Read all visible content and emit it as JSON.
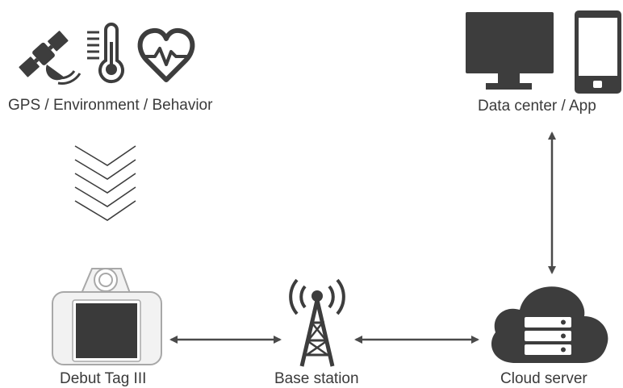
{
  "sensors": {
    "label": "GPS / Environment / Behavior",
    "icons": [
      "satellite-icon",
      "thermometer-icon",
      "heartbeat-icon"
    ]
  },
  "flow_indicator": {
    "icon": "chevron-down-stack-icon"
  },
  "data_center": {
    "label": "Data center / App",
    "icons": [
      "desktop-monitor-icon",
      "smartphone-icon"
    ]
  },
  "tag": {
    "label": "Debut Tag III",
    "icon": "tracker-tag-icon"
  },
  "base_station": {
    "label": "Base station",
    "icon": "radio-tower-icon"
  },
  "cloud": {
    "label": "Cloud server",
    "icon": "cloud-server-icon"
  },
  "colors": {
    "icon": "#3d3d3d",
    "tag_body": "#f2f2f2",
    "tag_outline": "#a8a8a8",
    "text": "#3a3a3a"
  }
}
